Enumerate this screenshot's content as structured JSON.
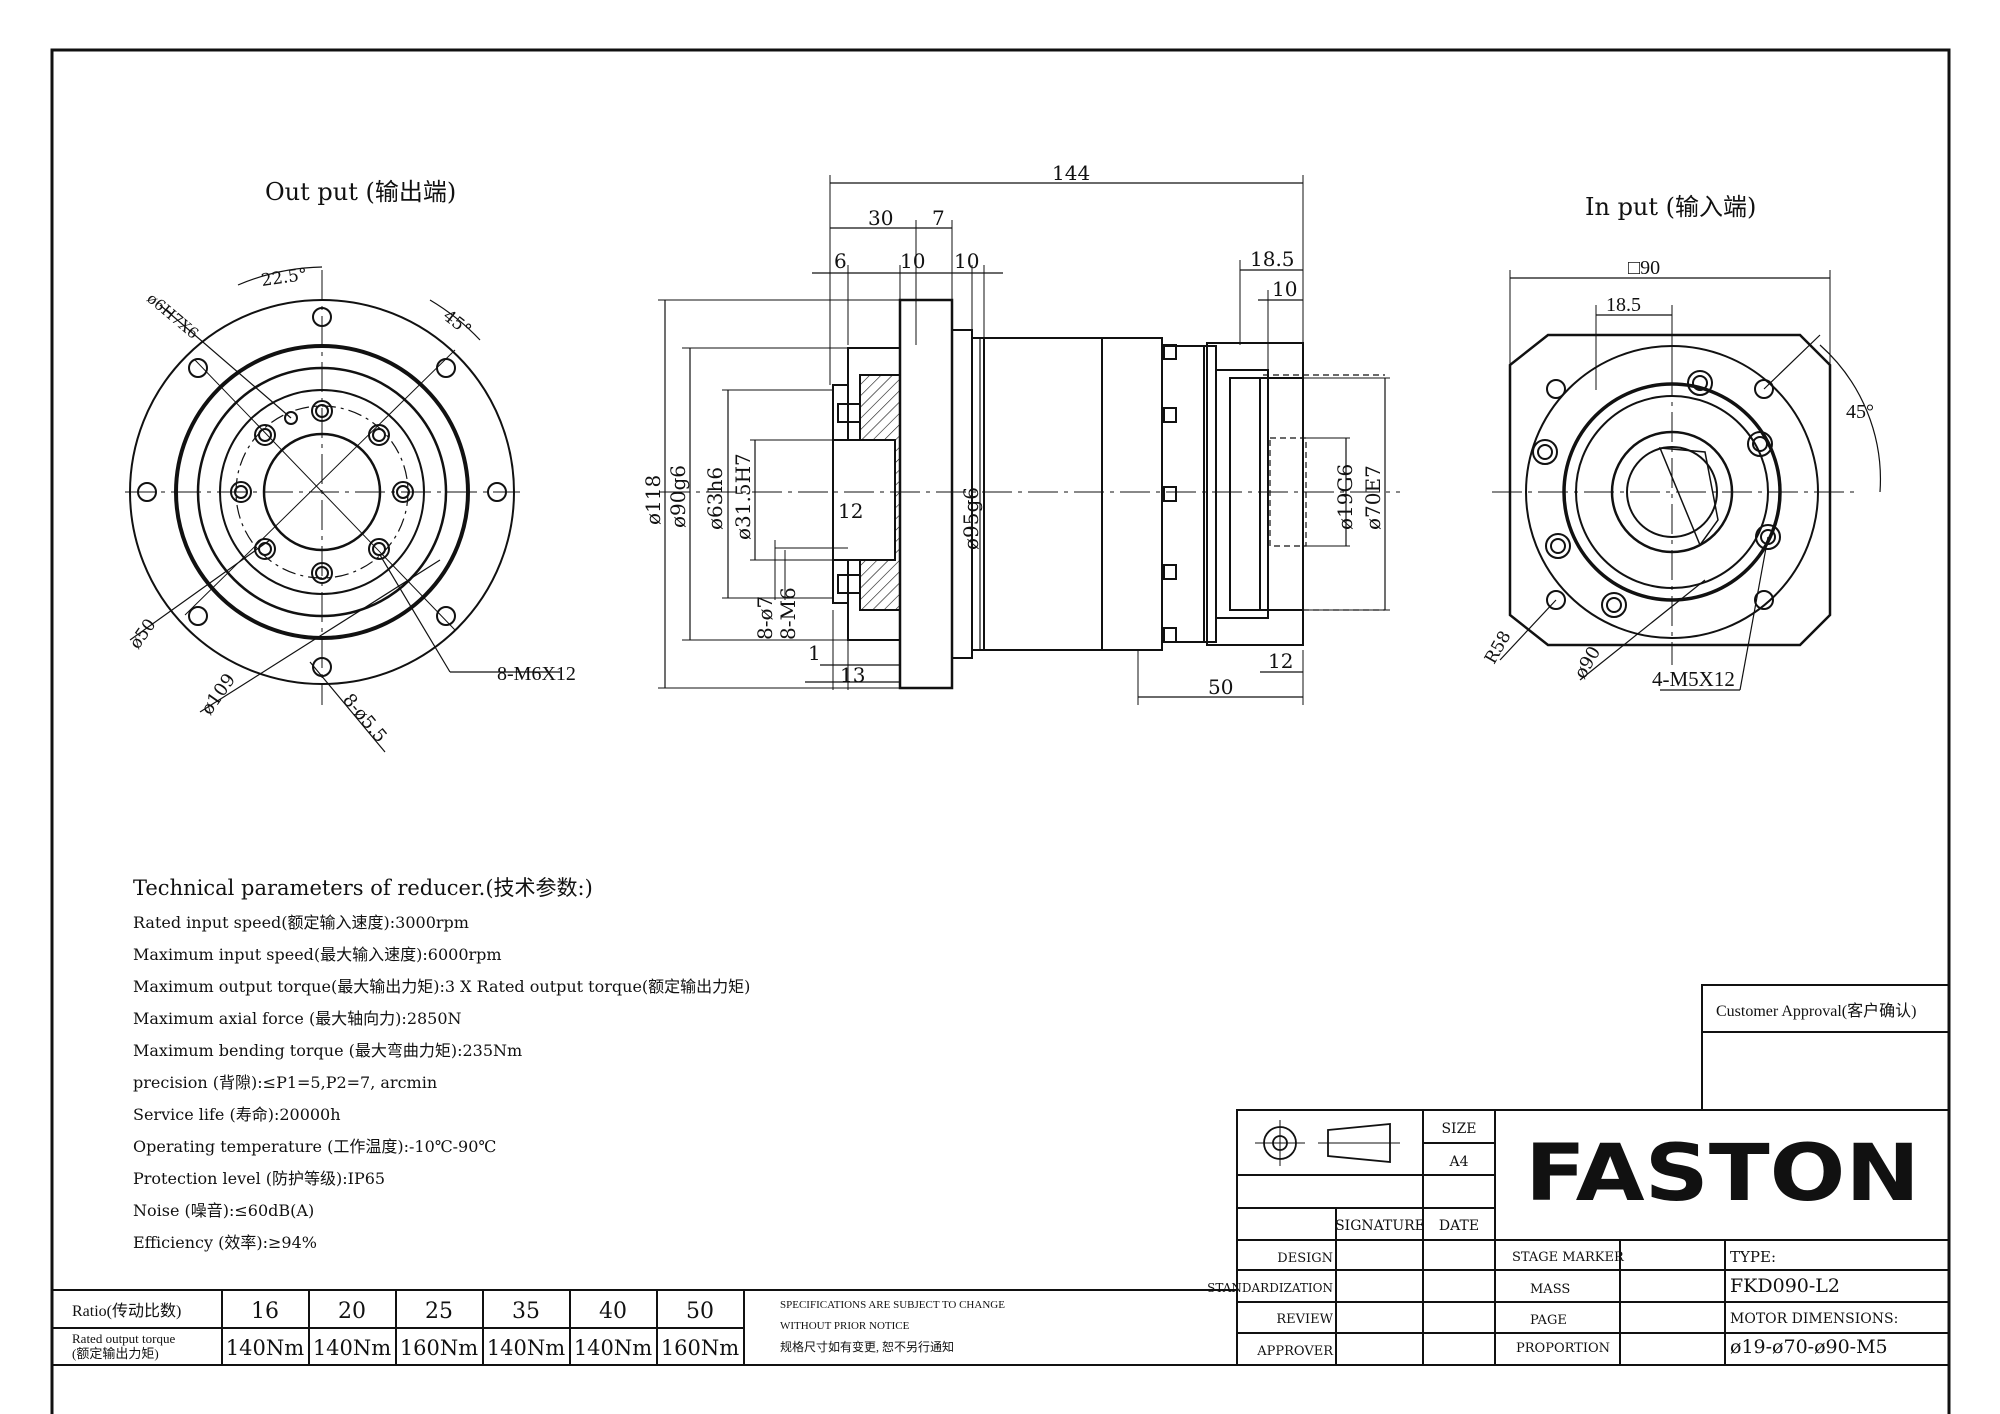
{
  "views": {
    "output_title": "Out put (输出端)",
    "input_title": "In put (输入端)"
  },
  "output_view": {
    "angle_22": "22.5°",
    "angle_45": "45°",
    "hole_6h7": "ø6H7X6",
    "dia_50": "ø50",
    "dia_109": "ø109",
    "holes_55": "8-ø5.5",
    "thread": "8-M6X12"
  },
  "side_view": {
    "len_144": "144",
    "len_30": "30",
    "len_7": "7",
    "len_6": "6",
    "len_10a": "10",
    "len_10b": "10",
    "len_185": "18.5",
    "len_10c": "10",
    "dia_118": "ø118",
    "dia_90g6": "ø90g6",
    "dia_63h6": "ø63h6",
    "dia_315": "ø31.5H7",
    "len_12": "12",
    "holes_7": "8-ø7",
    "holes_m6": "8-M6",
    "len_1": "1",
    "len_13": "13",
    "dia_95g6": "ø95g6",
    "dia_19g6": "ø19G6",
    "dia_70e7": "ø70E7",
    "len_12b": "12",
    "len_50": "50"
  },
  "input_view": {
    "square_90": "□90",
    "len_185": "18.5",
    "angle_45": "45°",
    "r58": "R58",
    "dia_90": "ø90",
    "thread": "4-M5X12"
  },
  "tech": {
    "title": "Technical parameters of reducer.(技术参数:)",
    "lines": [
      "Rated input speed(额定输入速度):3000rpm",
      "Maximum input speed(最大输入速度):6000rpm",
      "Maximum output torque(最大输出力矩):3 X Rated output torque(额定输出力矩)",
      "Maximum axial force (最大轴向力):2850N",
      "Maximum bending torque (最大弯曲力矩):235Nm",
      "precision (背隙):≤P1=5,P2=7, arcmin",
      "Service life (寿命):20000h",
      "Operating temperature (工作温度):-10℃-90℃",
      "Protection level (防护等级):IP65",
      "Noise (噪音):≤60dB(A)",
      "Efficiency (效率):≥94%"
    ]
  },
  "ratio_table": {
    "ratio_label": "Ratio(传动比数)",
    "torque_label_1": "Rated output torque",
    "torque_label_2": "(额定输出力矩)",
    "ratios": [
      "16",
      "20",
      "25",
      "35",
      "40",
      "50"
    ],
    "torques": [
      "140Nm",
      "140Nm",
      "160Nm",
      "140Nm",
      "140Nm",
      "160Nm"
    ]
  },
  "notice": {
    "line1": "SPECIFICATIONS ARE SUBJECT TO CHANGE",
    "line2": "WITHOUT PRIOR NOTICE",
    "line3": "规格尺寸如有变更, 恕不另行通知"
  },
  "approval": {
    "label": "Customer Approval(客户确认)"
  },
  "title_block": {
    "size_label": "SIZE",
    "size_value": "A4",
    "signature": "SIGNATURE",
    "date": "DATE",
    "design": "DESIGN",
    "standardization": "STANDARDIZATION",
    "review": "REVIEW",
    "approver": "APPROVER",
    "stage_marker": "STAGE MARKER",
    "mass": "MASS",
    "page": "PAGE",
    "proportion": "PROPORTION",
    "type_label": "TYPE:",
    "type_value": "FKD090-L2",
    "motor_label": "MOTOR DIMENSIONS:",
    "motor_value": "ø19-ø70-ø90-M5",
    "logo": "FASTON"
  }
}
